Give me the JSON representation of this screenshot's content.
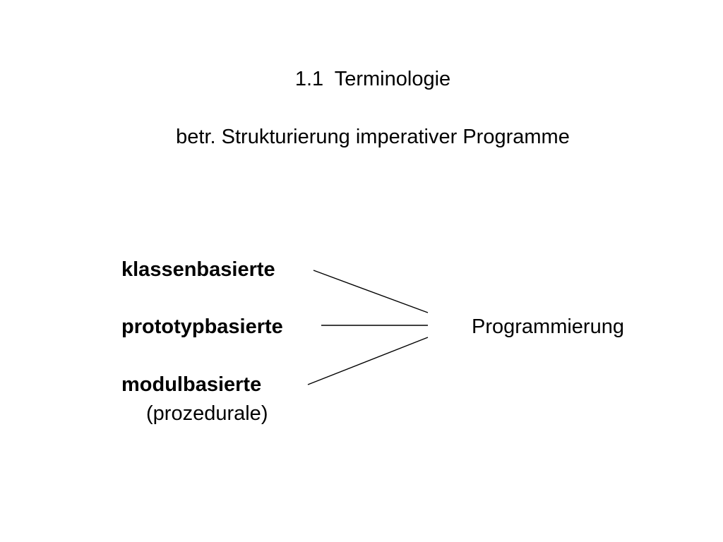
{
  "slide": {
    "title": "1.1  Terminologie",
    "subtitle": "betr. Strukturierung imperativer Programme"
  },
  "diagram": {
    "terms": [
      {
        "label": "klassenbasierte"
      },
      {
        "label": "prototypbasierte"
      },
      {
        "label": "modulbasierte",
        "note": "(prozedurale)"
      }
    ],
    "target": "Programmierung"
  }
}
